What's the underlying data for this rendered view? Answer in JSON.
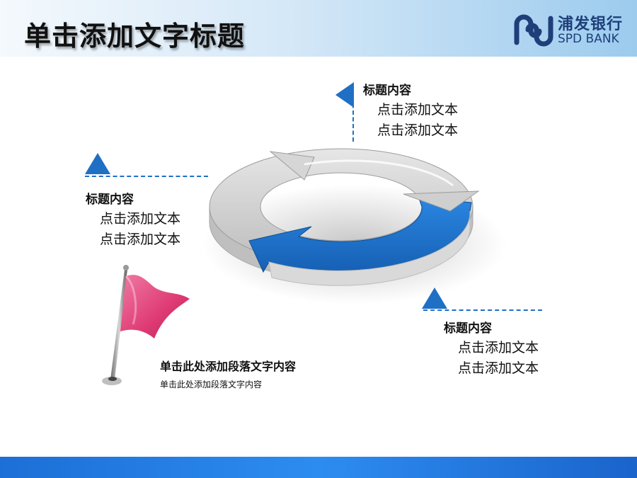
{
  "slide": {
    "title": "单击添加文字标题",
    "logo": {
      "cn": "浦发银行",
      "en": "SPD BANK"
    }
  },
  "callouts": [
    {
      "heading": "标题内容",
      "lines": [
        "点击添加文本",
        "点击添加文本"
      ]
    },
    {
      "heading": "标题内容",
      "lines": [
        "点击添加文本",
        "点击添加文本"
      ]
    },
    {
      "heading": "标题内容",
      "lines": [
        "点击添加文本",
        "点击添加文本"
      ]
    }
  ],
  "flag_note": {
    "heading": "单击此处添加段落文字内容",
    "body": "单击此处添加段落文字内容"
  },
  "colors": {
    "accent": "#1f6fc5",
    "ring_gray": "#c8c8c8",
    "flag_pink": "#e0407a",
    "footer": "#2d8cf0"
  }
}
